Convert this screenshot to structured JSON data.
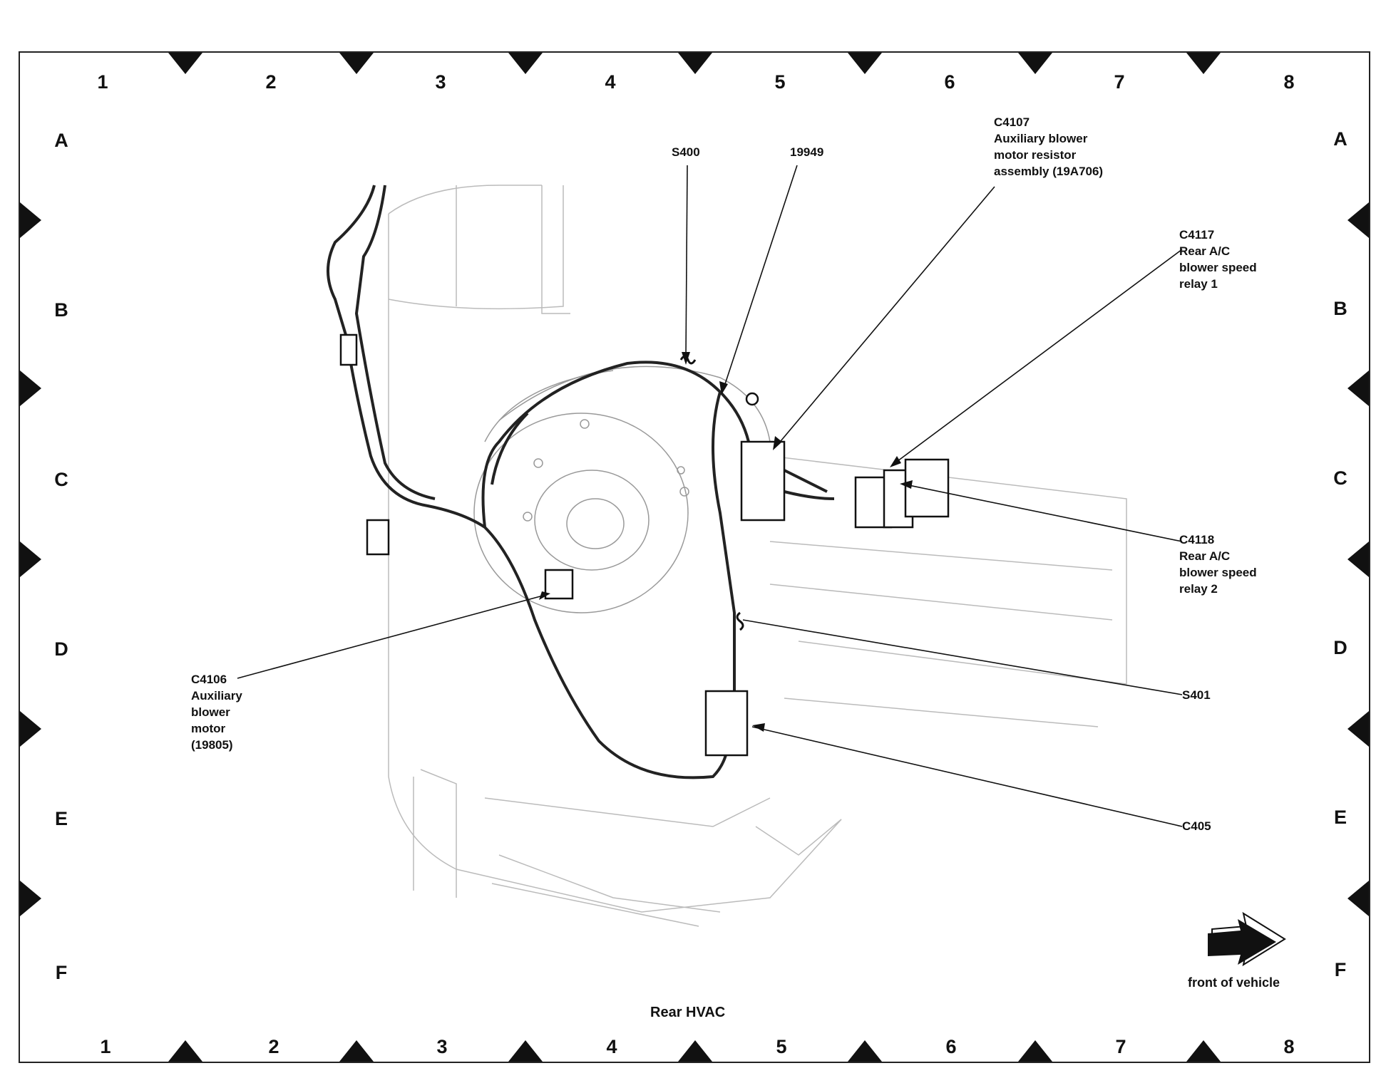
{
  "grid": {
    "columns": [
      "1",
      "2",
      "3",
      "4",
      "5",
      "6",
      "7",
      "8"
    ],
    "rows": [
      "A",
      "B",
      "C",
      "D",
      "E",
      "F"
    ]
  },
  "callouts": {
    "s400": "S400",
    "n19949": "19949",
    "c4107": [
      "C4107",
      "Auxiliary blower",
      "motor resistor",
      "assembly (19A706)"
    ],
    "c4117": [
      "C4117",
      "Rear A/C",
      "blower speed",
      "relay 1"
    ],
    "c4118": [
      "C4118",
      "Rear A/C",
      "blower speed",
      "relay 2"
    ],
    "s401": "S401",
    "c405": "C405",
    "c4106": [
      "C4106",
      "Auxiliary",
      "blower",
      "motor",
      "(19805)"
    ]
  },
  "caption": "Rear HVAC",
  "orientation": {
    "label": "front of vehicle",
    "icon": "arrow-right-icon"
  }
}
